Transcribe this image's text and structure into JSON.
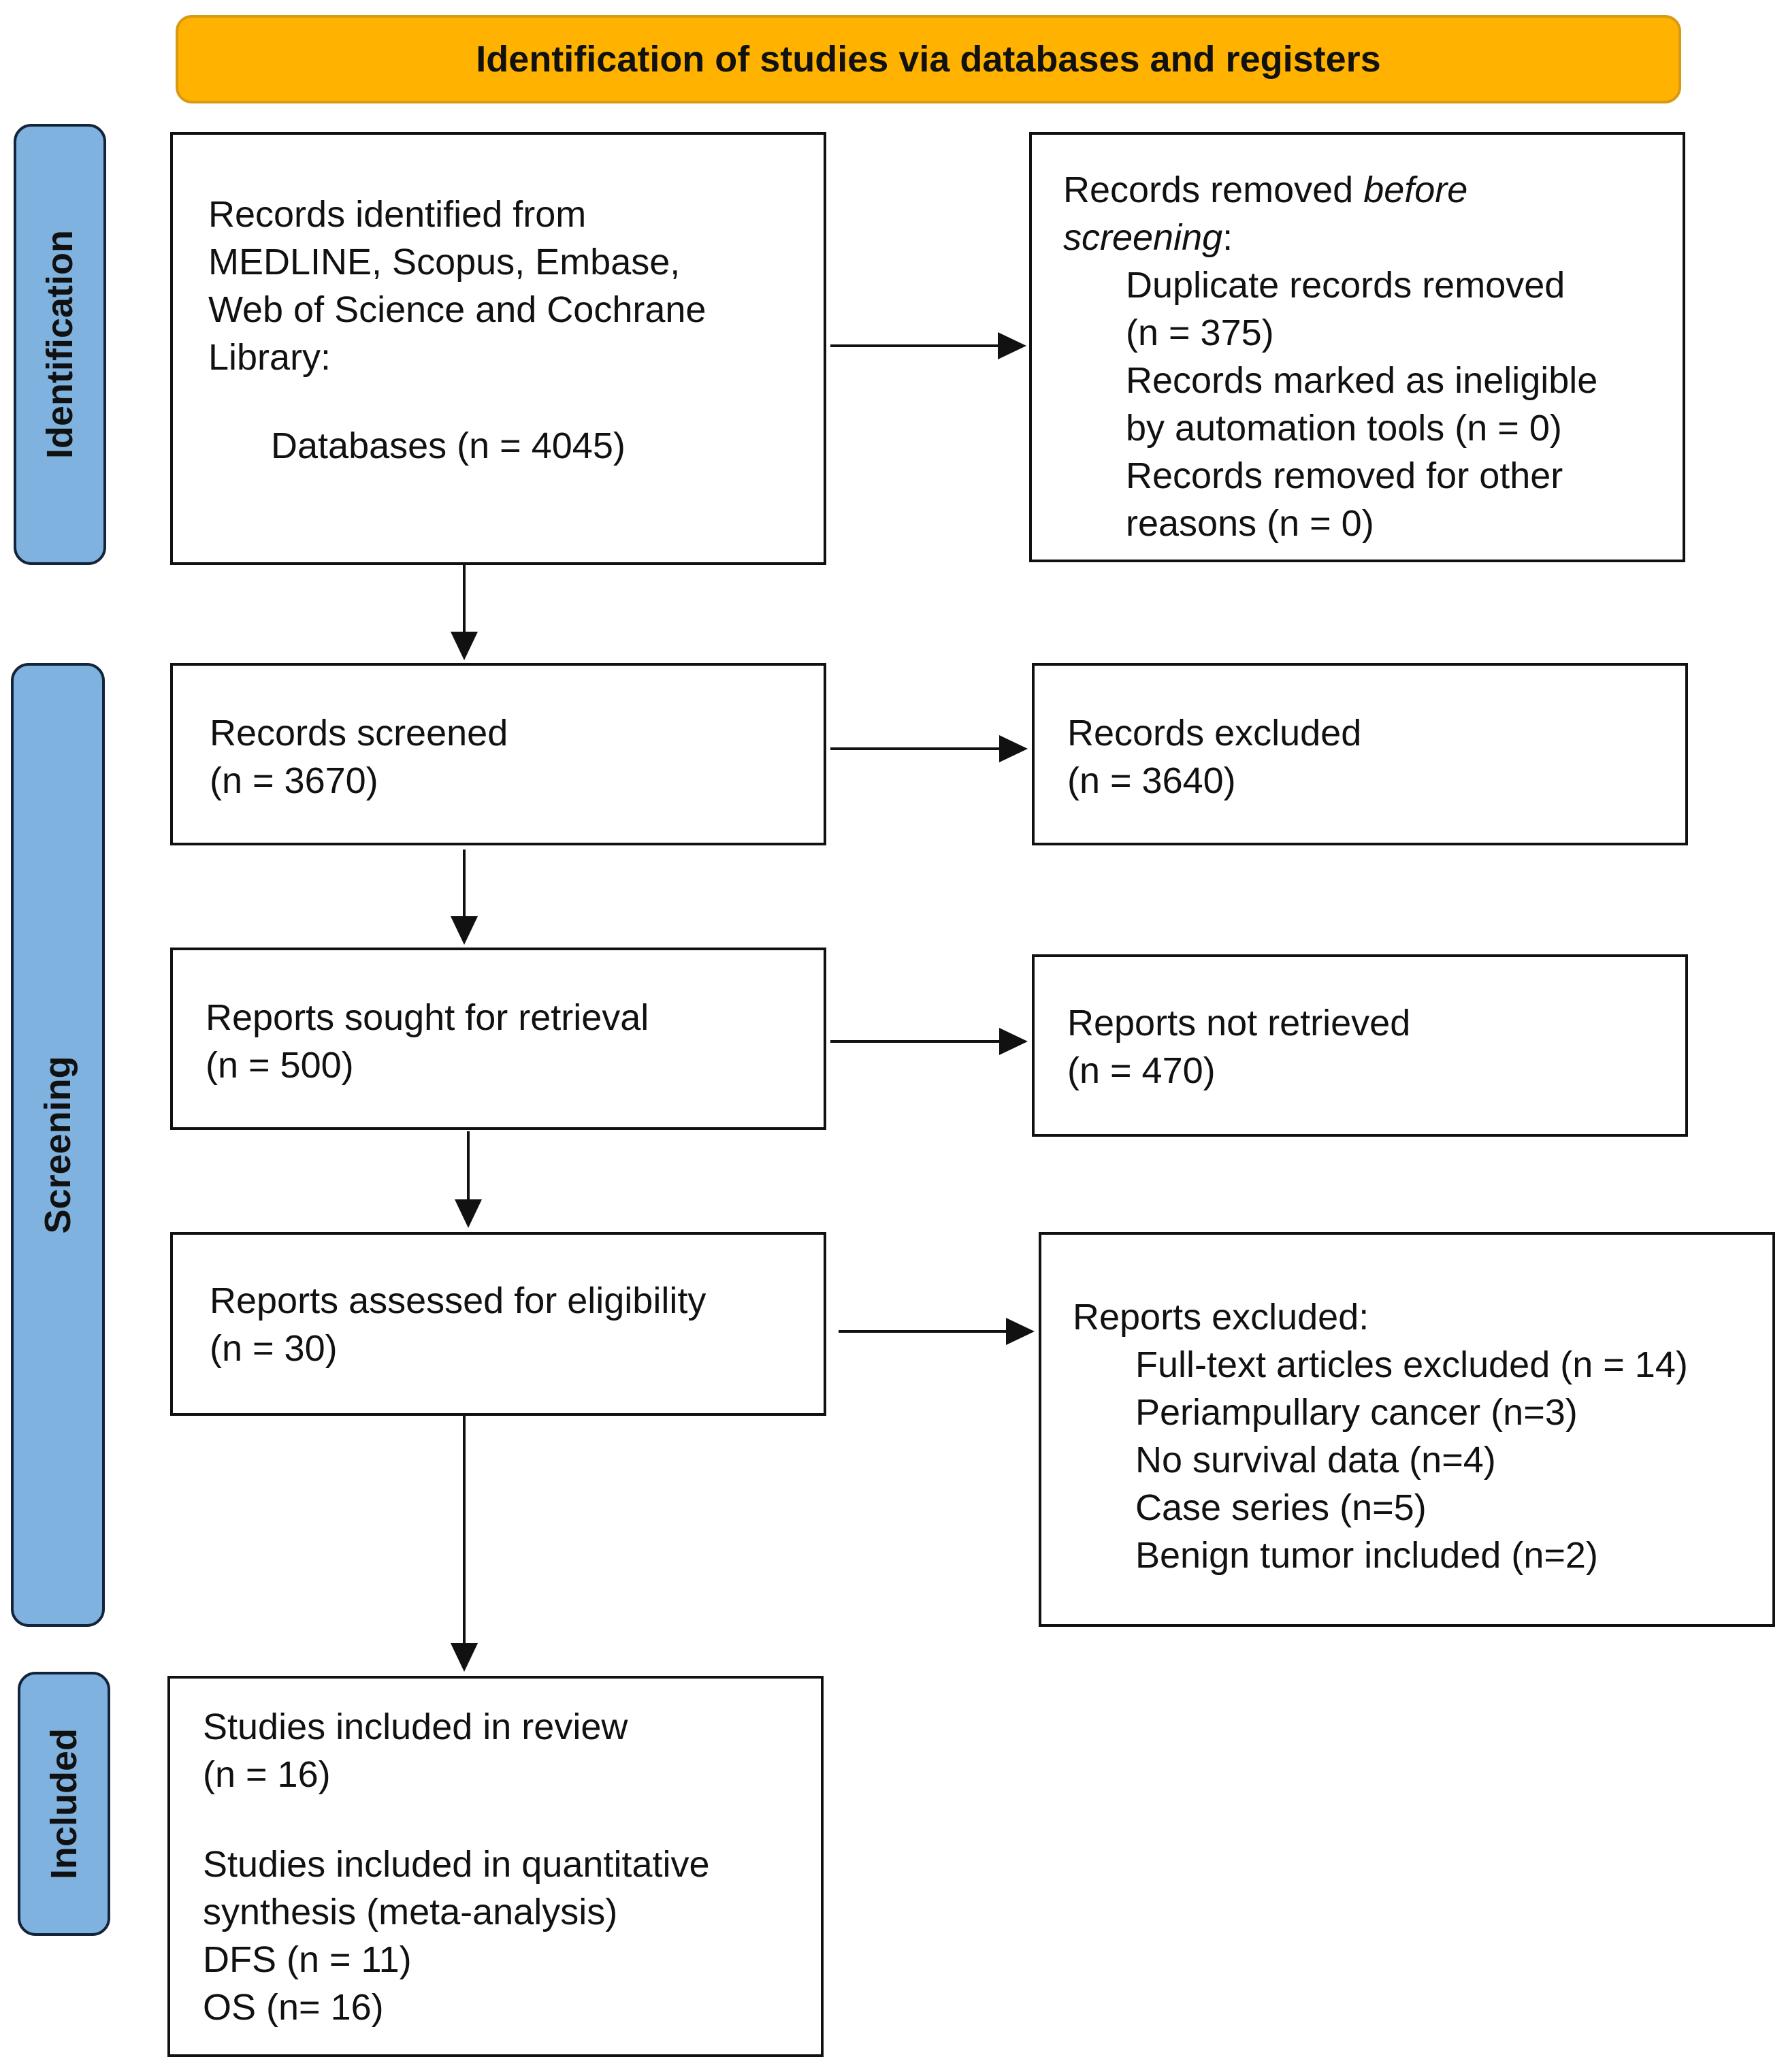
{
  "header": {
    "title": "Identification of studies via databases and registers"
  },
  "phases": {
    "identification": "Identification",
    "screening": "Screening",
    "included": "Included"
  },
  "boxes": {
    "records_identified": {
      "line1": "Records identified from",
      "line2": "MEDLINE, Scopus, Embase,",
      "line3": "Web of Science and Cochrane",
      "line4": "Library:",
      "line5": "Databases (n = 4045)"
    },
    "records_removed": {
      "title_prefix": "Records removed ",
      "title_em1": "before",
      "title_em2": "screening",
      "title_suffix": ":",
      "dup1": "Duplicate records removed",
      "dup2": "(n = 375)",
      "auto1": "Records marked as ineligible",
      "auto2": "by automation tools (n = 0)",
      "other1": "Records removed for other",
      "other2": "reasons (n = 0)"
    },
    "records_screened": {
      "line1": "Records screened",
      "line2": "(n = 3670)"
    },
    "records_excluded": {
      "line1": "Records excluded",
      "line2": "(n = 3640)"
    },
    "reports_sought": {
      "line1": "Reports sought for retrieval",
      "line2": "(n = 500)"
    },
    "reports_not_retrieved": {
      "line1": "Reports not retrieved",
      "line2": "(n = 470)"
    },
    "reports_assessed": {
      "line1": "Reports assessed for eligibility",
      "line2": "(n = 30)"
    },
    "reports_excluded": {
      "title": "Reports excluded:",
      "items": [
        "Full-text articles excluded (n = 14)",
        "Periampullary cancer (n=3)",
        "No survival data (n=4)",
        "Case series (n=5)",
        "Benign tumor included (n=2)"
      ]
    },
    "studies_included": {
      "line1": "Studies included in review",
      "line2": "(n = 16)",
      "line3": "Studies included in quantitative",
      "line4": "synthesis (meta-analysis)",
      "line5": "DFS (n = 11)",
      "line6": "OS (n= 16)"
    }
  },
  "colors": {
    "header_fill": "#FFB300",
    "phase_fill": "#7FB2DE",
    "border": "#111111"
  }
}
